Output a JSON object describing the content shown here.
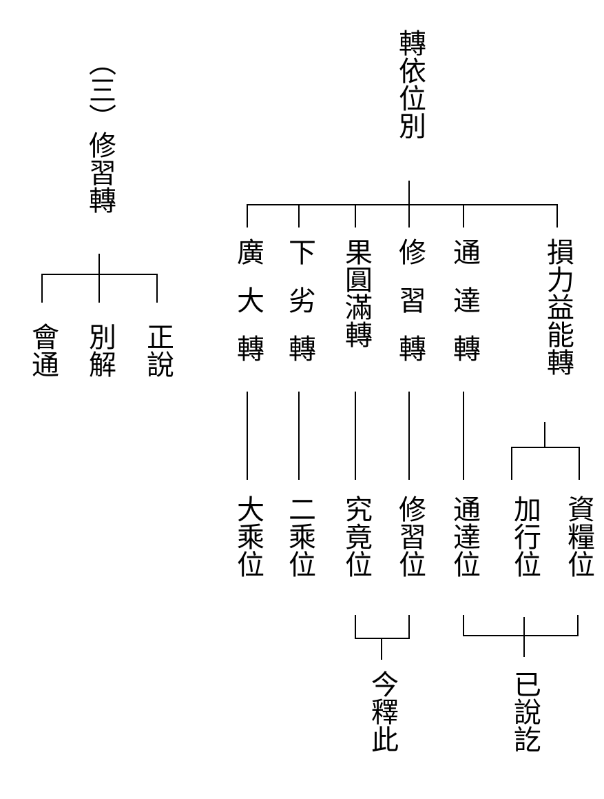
{
  "left": {
    "heading": "（三）修習轉",
    "branches": [
      "會通",
      "別解",
      "正說"
    ]
  },
  "right": {
    "root": "轉依位別",
    "turns": [
      "廣大轉",
      "下劣轉",
      "果圓滿轉",
      "修習轉",
      "通達轉",
      "損力益能轉"
    ],
    "positions": [
      "大乘位",
      "二乘位",
      "究竟位",
      "修習位",
      "通達位",
      "加行位",
      "資糧位"
    ],
    "notes": [
      "今釋此",
      "已說訖"
    ]
  }
}
